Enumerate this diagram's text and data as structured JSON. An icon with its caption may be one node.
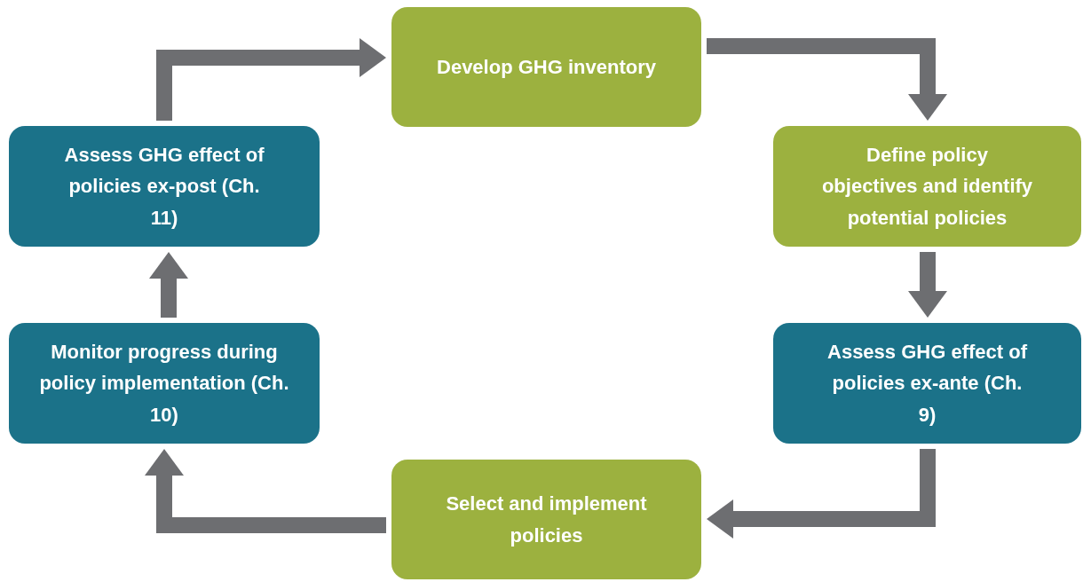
{
  "diagram": {
    "nodes": [
      {
        "text": [
          "Develop GHG inventory"
        ]
      },
      {
        "text": [
          "Define policy objectives and identify potential policies"
        ]
      },
      {
        "text": [
          "Assess GHG effect of policies ex-ante (Ch. 9)"
        ]
      },
      {
        "text": [
          "Select and implement policies"
        ]
      },
      {
        "text": [
          "Monitor progress during policy implementation (Ch. 10)"
        ]
      },
      {
        "text": [
          "Assess GHG effect of policies ex-post (Ch. 11)"
        ]
      }
    ],
    "edges": [
      {
        "from": 0,
        "to": 1,
        "arrow": "to"
      },
      {
        "from": 1,
        "to": 2,
        "arrow": "to"
      },
      {
        "from": 2,
        "to": 3,
        "arrow": "to"
      },
      {
        "from": 3,
        "to": 4,
        "arrow": "to"
      },
      {
        "from": 4,
        "to": 5,
        "arrow": "to"
      },
      {
        "from": 5,
        "to": 0,
        "arrow": "to"
      }
    ]
  }
}
